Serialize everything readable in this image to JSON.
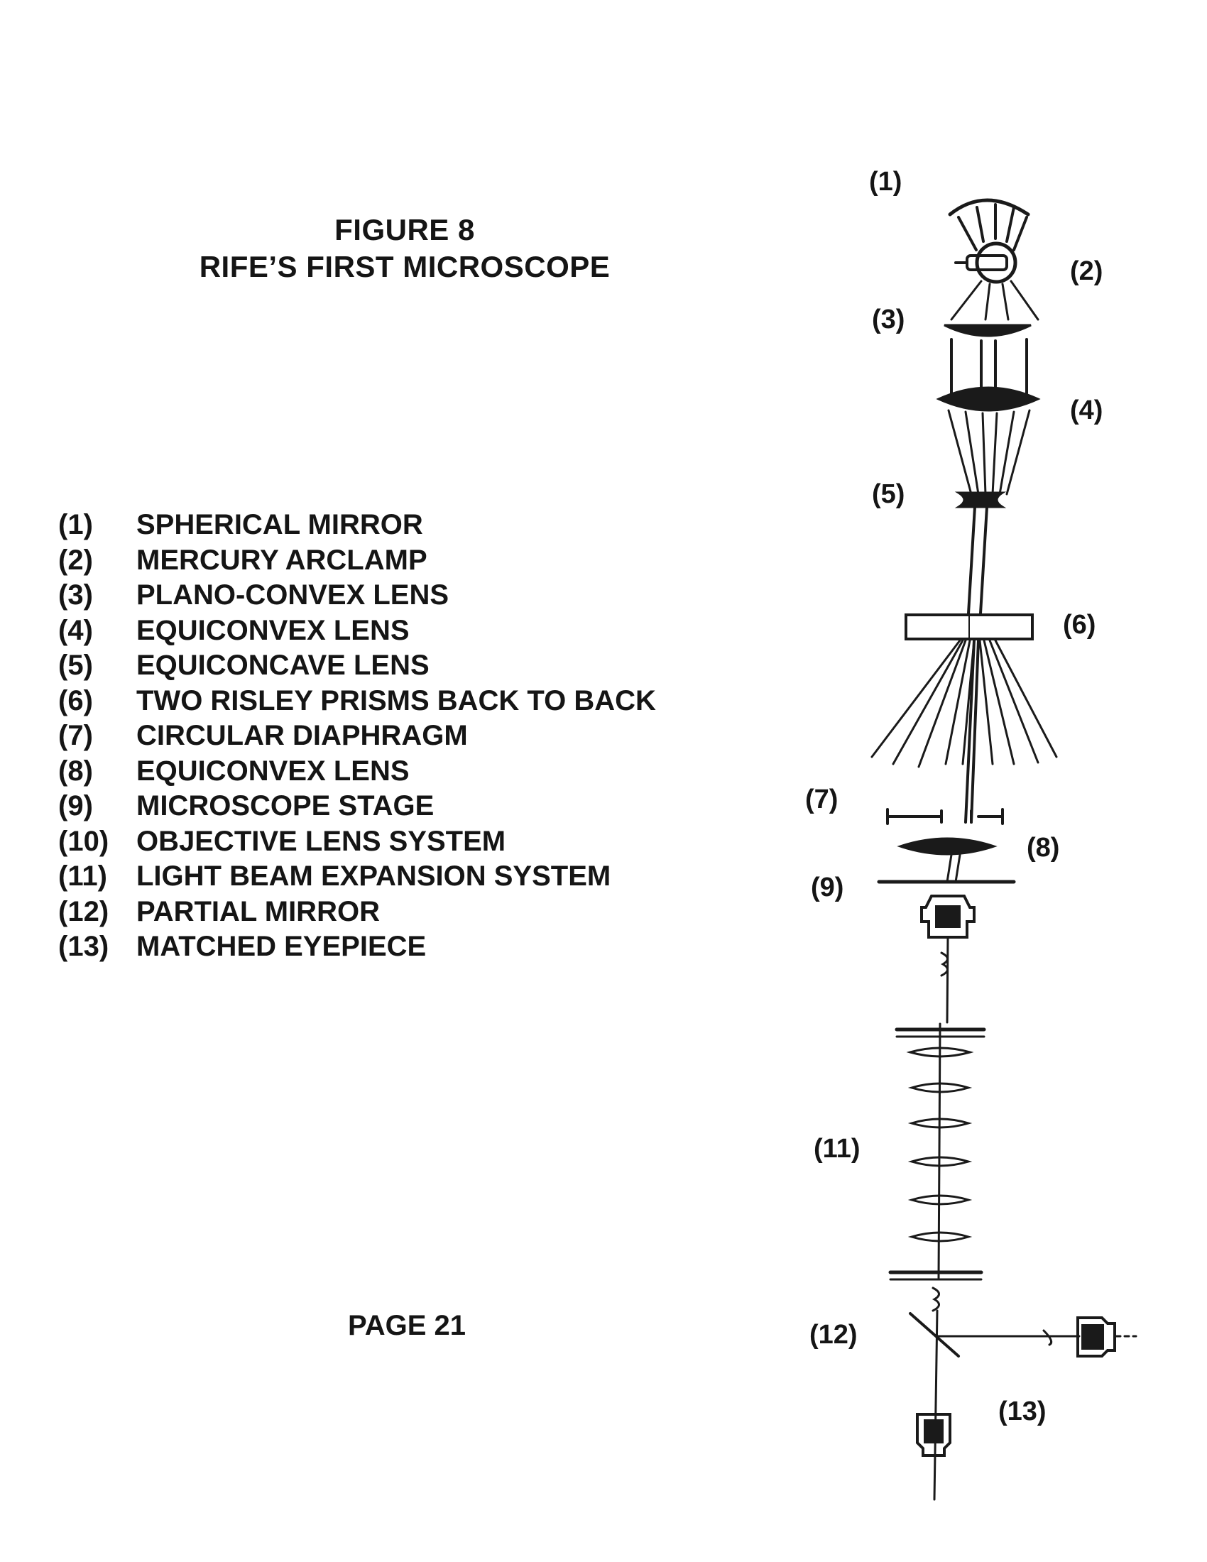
{
  "figure": {
    "title": "FIGURE 8",
    "subtitle": "RIFE’S FIRST MICROSCOPE"
  },
  "legend": [
    {
      "num": "(1)",
      "text": "SPHERICAL MIRROR"
    },
    {
      "num": "(2)",
      "text": "MERCURY ARCLAMP"
    },
    {
      "num": "(3)",
      "text": "PLANO-CONVEX LENS"
    },
    {
      "num": "(4)",
      "text": "EQUICONVEX LENS"
    },
    {
      "num": "(5)",
      "text": "EQUICONCAVE LENS"
    },
    {
      "num": "(6)",
      "text": "TWO RISLEY PRISMS BACK TO BACK"
    },
    {
      "num": "(7)",
      "text": "CIRCULAR DIAPHRAGM"
    },
    {
      "num": "(8)",
      "text": "EQUICONVEX LENS"
    },
    {
      "num": "(9)",
      "text": "MICROSCOPE STAGE"
    },
    {
      "num": "(10)",
      "text": "OBJECTIVE LENS SYSTEM"
    },
    {
      "num": "(11)",
      "text": "LIGHT BEAM EXPANSION SYSTEM"
    },
    {
      "num": "(12)",
      "text": "PARTIAL MIRROR"
    },
    {
      "num": "(13)",
      "text": "MATCHED EYEPIECE"
    }
  ],
  "callouts": {
    "c1": "(1)",
    "c2": "(2)",
    "c3": "(3)",
    "c4": "(4)",
    "c5": "(5)",
    "c6": "(6)",
    "c7": "(7)",
    "c8": "(8)",
    "c9": "(9)",
    "c11": "(11)",
    "c12": "(12)",
    "c13": "(13)"
  },
  "footer": {
    "page": "PAGE  21"
  }
}
